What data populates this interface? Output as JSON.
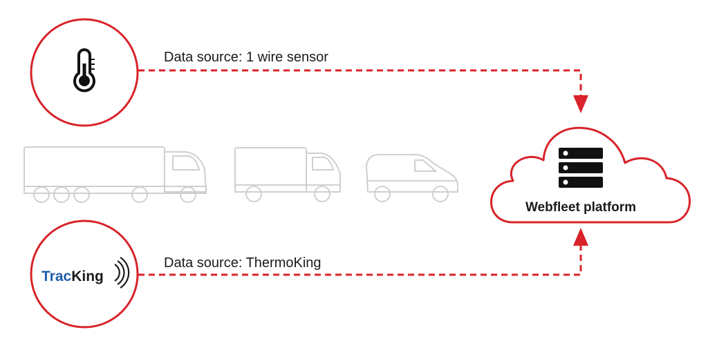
{
  "sources": [
    {
      "label": "Data source: 1 wire sensor",
      "icon": "thermometer-icon"
    },
    {
      "label": "Data source: ThermoKing",
      "logo": {
        "text_part1": "Trac",
        "text_part2": "King"
      }
    }
  ],
  "platform": {
    "label": "Webfleet platform",
    "icon": "server-icon"
  },
  "vehicles": [
    "truck-icon",
    "box-truck-icon",
    "van-icon"
  ],
  "colors": {
    "accent": "#d8232a",
    "vehicle": "#cfcfcf",
    "logo_blue": "#1f5ea8",
    "logo_dark": "#1a1a1a"
  }
}
